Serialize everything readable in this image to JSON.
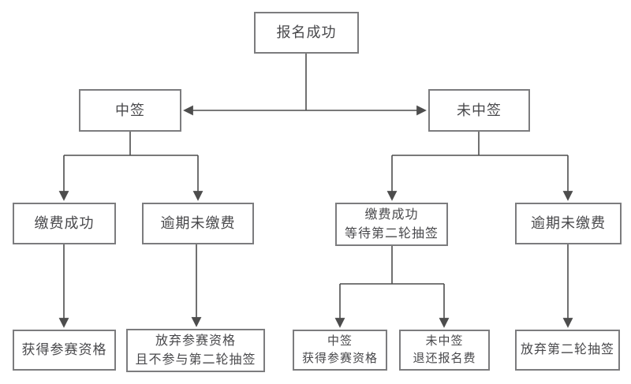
{
  "flowchart": {
    "nodes": {
      "root": {
        "line1": "报名成功"
      },
      "win": {
        "line1": "中签"
      },
      "lose": {
        "line1": "未中签"
      },
      "pay_ok": {
        "line1": "缴费成功"
      },
      "overdue_left": {
        "line1": "逾期未缴费"
      },
      "pay_wait": {
        "line1": "缴费成功",
        "line2": "等待第二轮抽签"
      },
      "overdue_right": {
        "line1": "逾期未缴费"
      },
      "qualify": {
        "line1": "获得参赛资格"
      },
      "giveup_left": {
        "line1": "放弃参赛资格",
        "line2": "且不参与第二轮抽签"
      },
      "win_qualify": {
        "line1": "中签",
        "line2": "获得参赛资格"
      },
      "lose_refund": {
        "line1": "未中签",
        "line2": "退还报名费"
      },
      "giveup_right": {
        "line1": "放弃第二轮抽签"
      }
    },
    "colors": {
      "background": "#ffffff",
      "box_border": "#7c7c7e",
      "connector_line": "#4d4d4d",
      "text": "#48484b"
    }
  }
}
